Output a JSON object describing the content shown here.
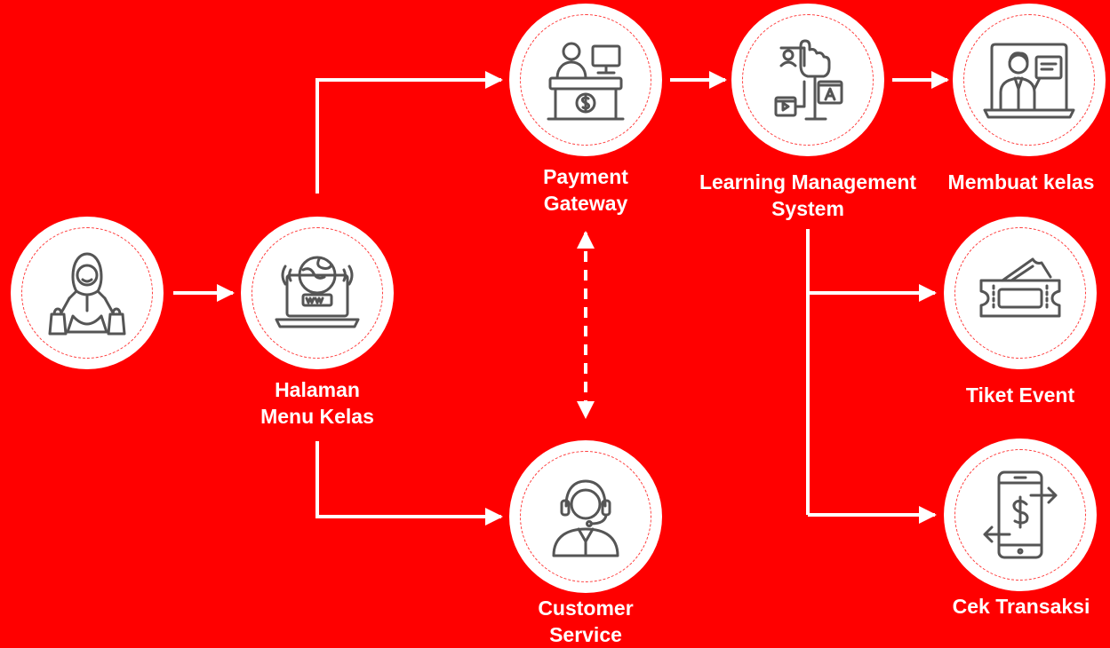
{
  "colors": {
    "background": "#ff0000",
    "node_fill": "#ffffff",
    "ring": "#ff3b3b",
    "icon_stroke": "#555555",
    "connector": "#ffffff"
  },
  "nodes": {
    "customer": {
      "icon": "shopper-icon"
    },
    "halaman_menu_kelas": {
      "icon": "laptop-globe-icon",
      "label_line1": "Halaman",
      "label_line2": "Menu Kelas"
    },
    "payment_gateway": {
      "icon": "cashier-icon",
      "label_line1": "Payment",
      "label_line2": "Gateway"
    },
    "customer_service": {
      "icon": "headset-agent-icon",
      "label_line1": "Customer",
      "label_line2": "Service"
    },
    "learning_management_system": {
      "icon": "hand-drag-drop-icon",
      "label_line1": "Learning Management",
      "label_line2": "System"
    },
    "membuat_kelas": {
      "icon": "presenter-screen-icon",
      "label": "Membuat kelas"
    },
    "tiket_event": {
      "icon": "ticket-icon",
      "label": "Tiket Event"
    },
    "cek_transaksi": {
      "icon": "phone-dollar-transfer-icon",
      "label": "Cek Transaksi"
    }
  },
  "connections": [
    {
      "from": "customer",
      "to": "halaman_menu_kelas",
      "style": "solid"
    },
    {
      "from": "halaman_menu_kelas",
      "to": "payment_gateway",
      "style": "solid"
    },
    {
      "from": "halaman_menu_kelas",
      "to": "customer_service",
      "style": "solid"
    },
    {
      "from": "payment_gateway",
      "to": "customer_service",
      "style": "dashed-bidirectional"
    },
    {
      "from": "payment_gateway",
      "to": "learning_management_system",
      "style": "solid"
    },
    {
      "from": "learning_management_system",
      "to": "membuat_kelas",
      "style": "solid"
    },
    {
      "from": "learning_management_system",
      "to": "tiket_event",
      "style": "solid"
    },
    {
      "from": "learning_management_system",
      "to": "cek_transaksi",
      "style": "solid"
    }
  ]
}
